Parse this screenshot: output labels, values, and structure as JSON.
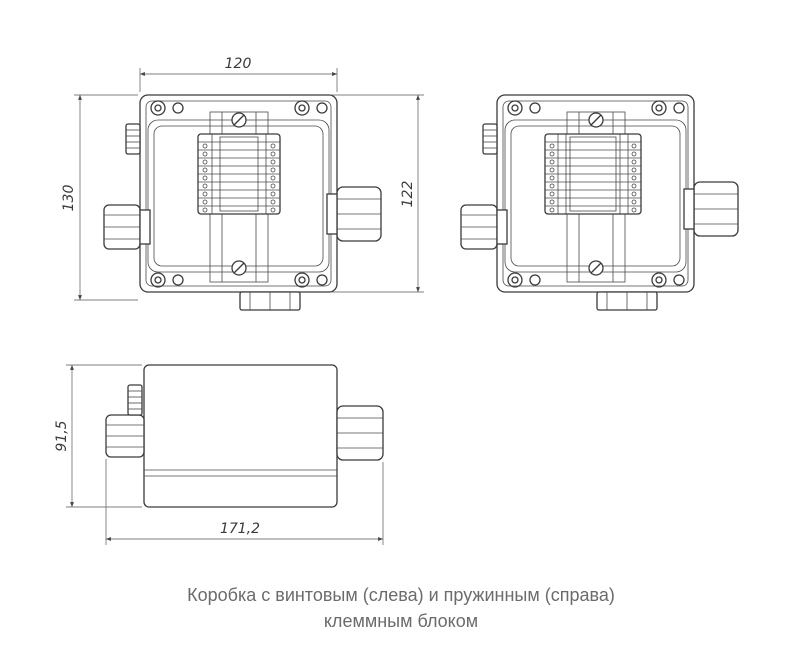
{
  "dimensions": {
    "top_width": "120",
    "height_left": "130",
    "height_right": "122",
    "side_height": "91,5",
    "side_length": "171,2"
  },
  "caption": {
    "line1": "Коробка с винтовым (слева) и пружинным (справа)",
    "line2": "клеммным блоком"
  }
}
